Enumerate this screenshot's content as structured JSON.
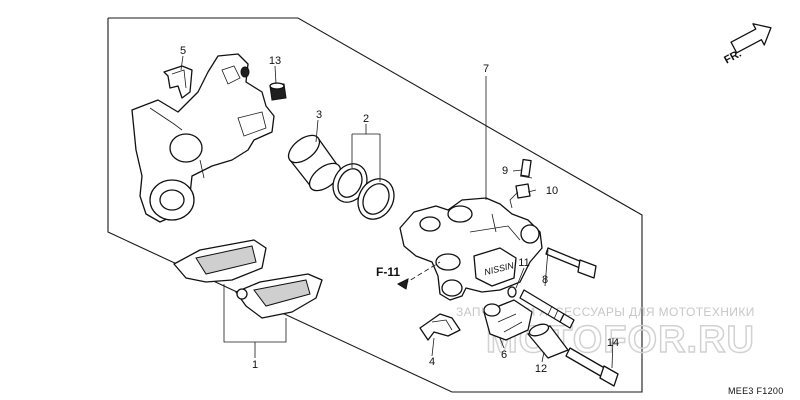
{
  "callouts": {
    "c1": "1",
    "c2": "2",
    "c3": "3",
    "c4": "4",
    "c5": "5",
    "c6": "6",
    "c7": "7",
    "c8": "8",
    "c9": "9",
    "c10": "10",
    "c11": "11",
    "c12": "12",
    "c13": "13",
    "c14": "14"
  },
  "reference": "F-11",
  "direction_label": "FR.",
  "diagram_code": "MEE3 F1200",
  "watermark": {
    "tagline": "ЗАПЧАСТИ И АКСЕССУАРЫ ДЛЯ МОТОТЕХНИКИ",
    "brand": "MOTOFOR.RU"
  }
}
